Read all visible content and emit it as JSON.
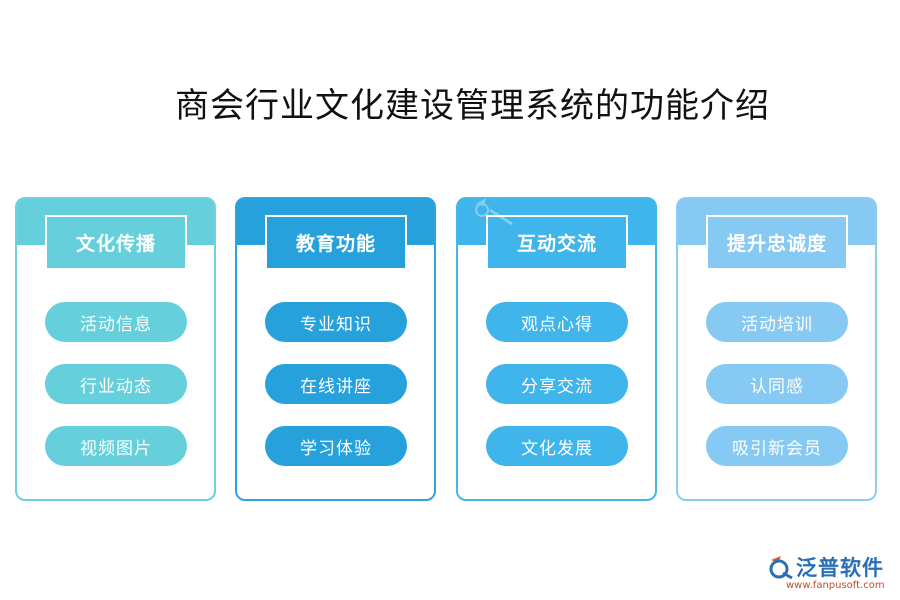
{
  "title": "商会行业文化建设管理系统的功能介绍",
  "columns": [
    {
      "heading": "文化传播",
      "items": [
        "活动信息",
        "行业动态",
        "视频图片"
      ],
      "color": "#65cfdc"
    },
    {
      "heading": "教育功能",
      "items": [
        "专业知识",
        "在线讲座",
        "学习体验"
      ],
      "color": "#27a1dc"
    },
    {
      "heading": "互动交流",
      "items": [
        "观点心得",
        "分享交流",
        "文化发展"
      ],
      "color": "#3fb5ec"
    },
    {
      "heading": "提升忠诚度",
      "items": [
        "活动培训",
        "认同感",
        "吸引新会员"
      ],
      "color": "#86c9f3"
    }
  ],
  "logo": {
    "name": "泛普软件",
    "url": "www.fanpusoft.com",
    "icon": "fanpu-logo-icon"
  }
}
